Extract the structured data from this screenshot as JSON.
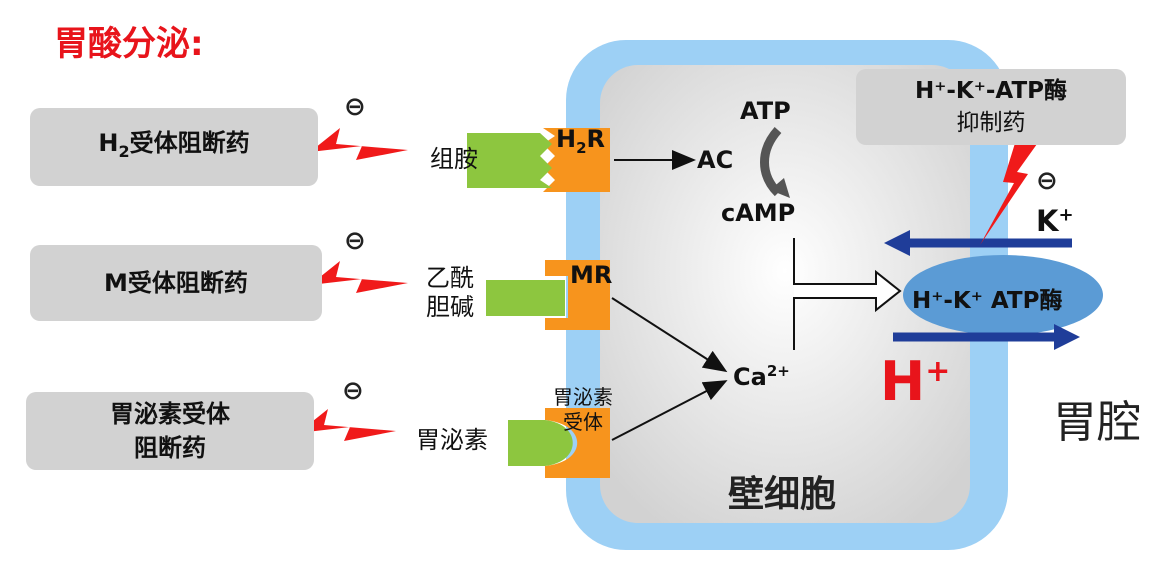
{
  "title": "胃酸分泌:",
  "drugs": {
    "h2": {
      "label_main": "H",
      "label_sub": "2",
      "label_rest": "受体阻断药"
    },
    "m": {
      "label": "M受体阻断药"
    },
    "gastrin": {
      "line1": "胃泌素受体",
      "line2": "阻断药"
    }
  },
  "inhibit_symbol": "⊖",
  "ligands": {
    "histamine": "组胺",
    "ach_line1": "乙酰",
    "ach_line2": "胆碱",
    "gastrin": "胃泌素"
  },
  "receptors": {
    "h2r_main": "H",
    "h2r_sub": "2",
    "h2r_rest": "R",
    "mr": "MR",
    "gastrin_line1": "胃泌素",
    "gastrin_line2": "受体"
  },
  "signaling": {
    "atp": "ATP",
    "ac": "AC",
    "camp": "cAMP",
    "ca": "Ca",
    "ca_sup": "2+"
  },
  "pump": {
    "label": "H⁺-K⁺ ATP酶"
  },
  "ppi_box": {
    "line1": "H⁺-K⁺-ATP酶",
    "line2": "抑制药"
  },
  "ions": {
    "k": "K",
    "k_sup": "+",
    "h": "H",
    "h_sup": "+"
  },
  "cell_label": "壁细胞",
  "lumen_label": "胃腔",
  "colors": {
    "title_red": "#e8141b",
    "membrane": "#9dd0f5",
    "cell_interior": "#e0e0e0",
    "receptor_orange": "#f7941d",
    "ligand_green": "#8dc63f",
    "pump_blue": "#5b9bd5",
    "arrow_navy": "#1f3d99",
    "lightning_red": "#f01a1a",
    "box_gray": "#d2d2d2"
  }
}
